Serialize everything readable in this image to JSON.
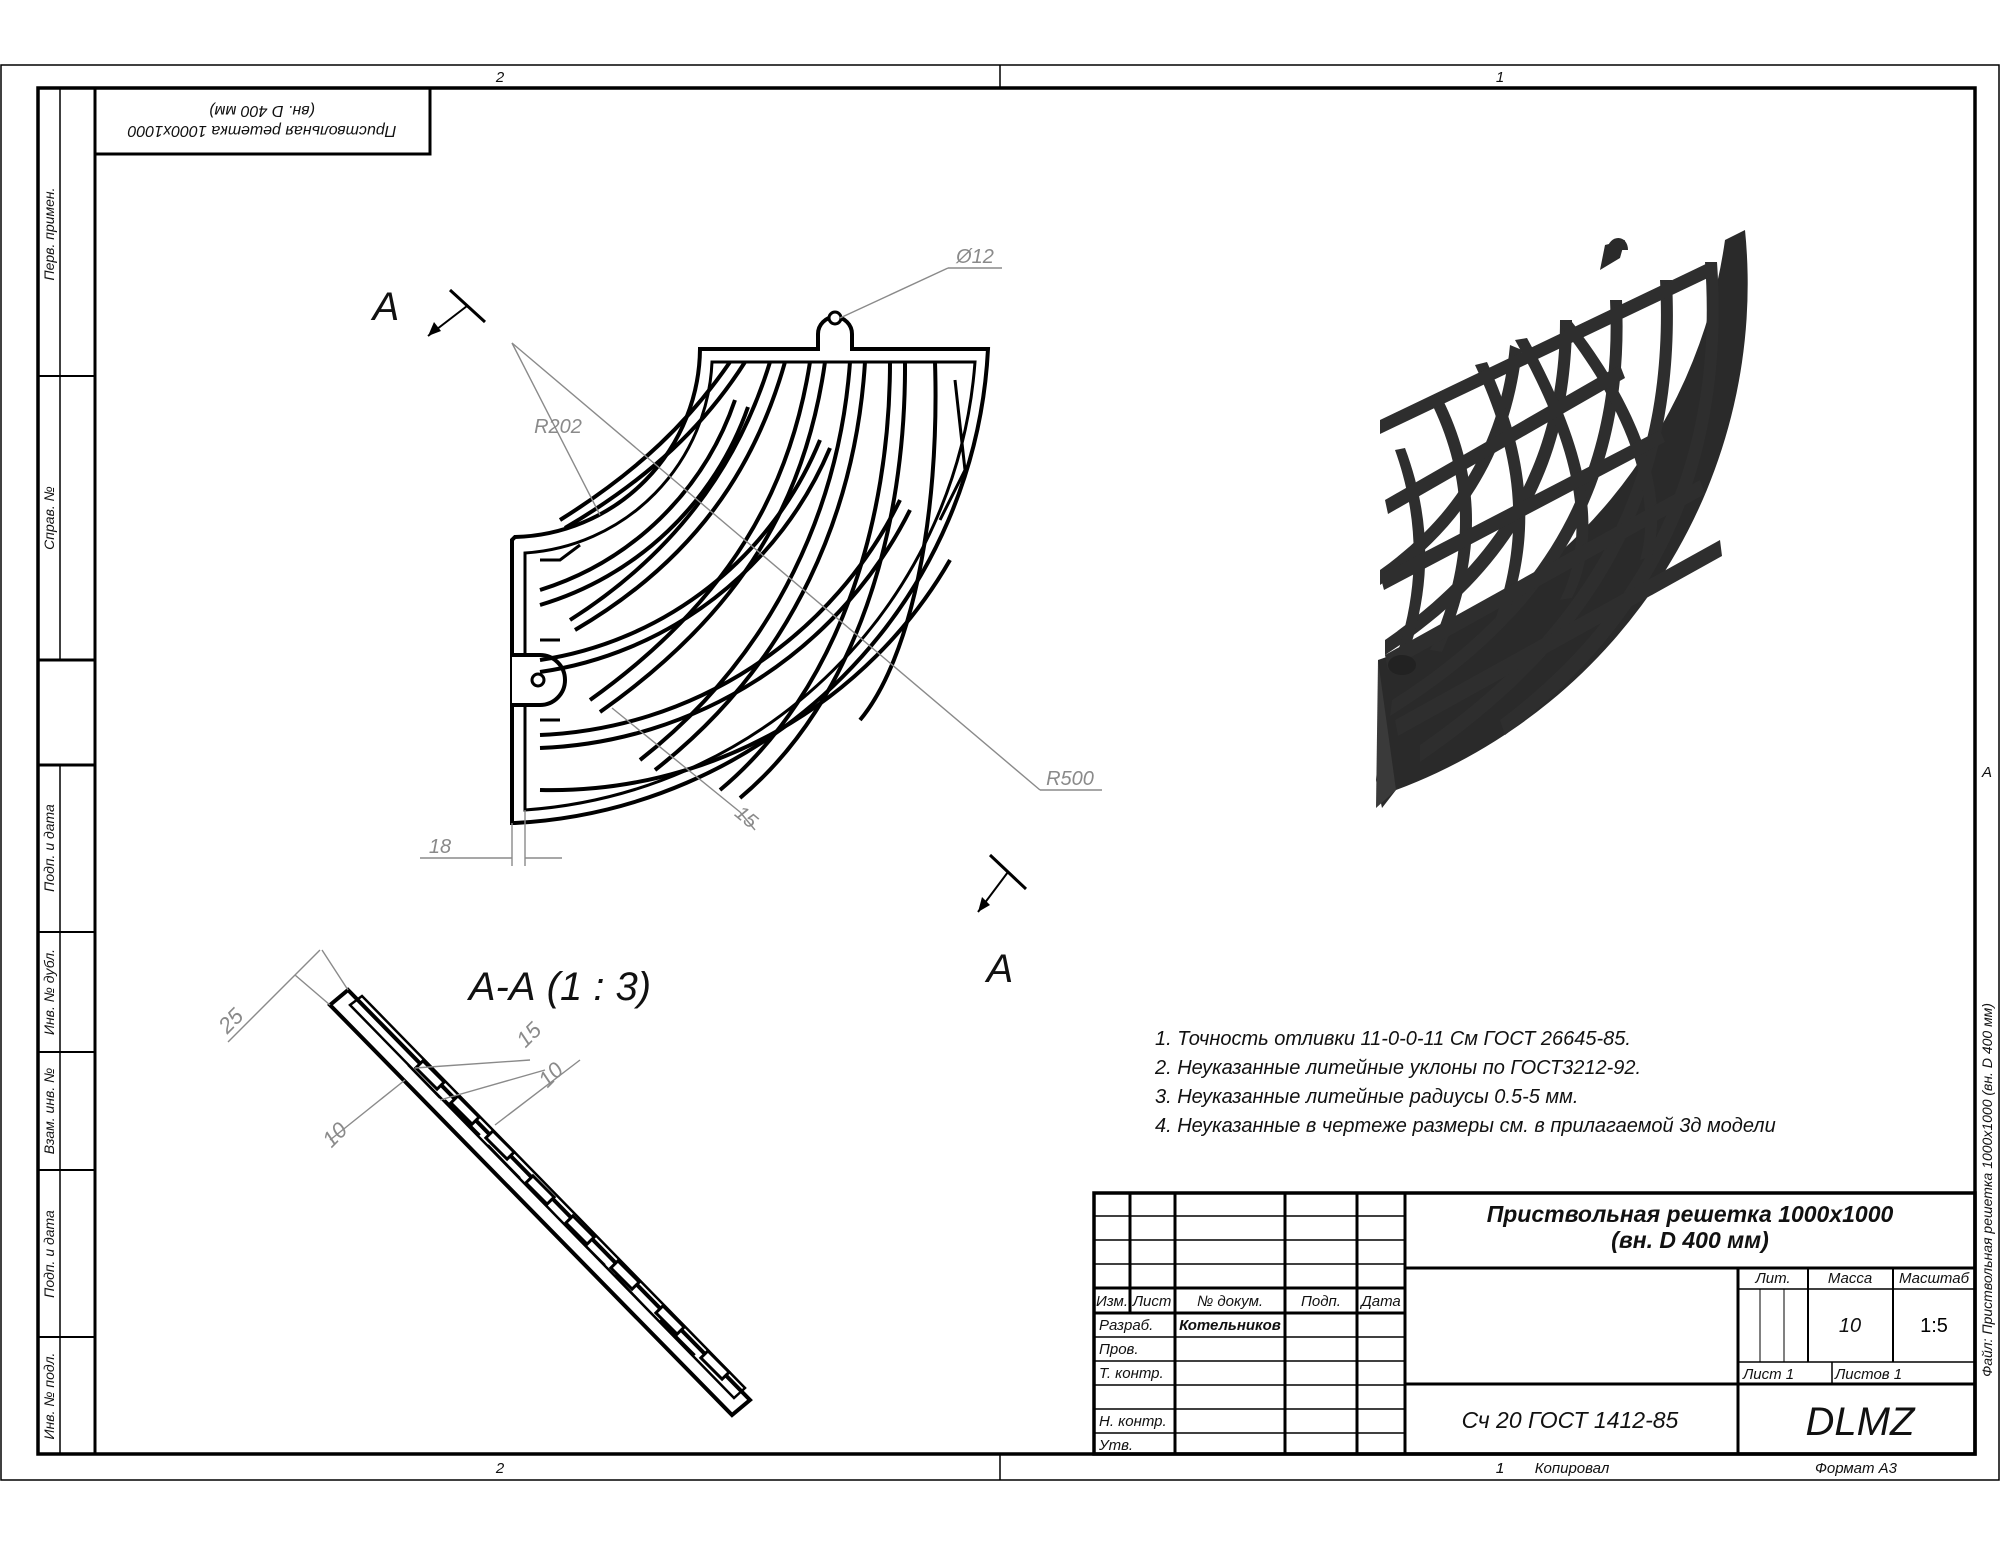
{
  "zones": {
    "top_left": "2",
    "top_right": "1",
    "bottom_left": "2",
    "bottom_right": "1",
    "right_edge": "A"
  },
  "side_columns": {
    "perv_primen": "Перв. примен.",
    "sprav_no": "Справ. №",
    "podp_data_1": "Подп. и дата",
    "inv_dubl": "Инв. № дубл.",
    "vzam_inv": "Взам. инв. №",
    "podp_data_2": "Подп. и дата",
    "inv_podl": "Инв. № подл."
  },
  "corner_stamp": {
    "line1": "Приствольная решетка 1000х1000",
    "line2": "(вн. D 400 мм)"
  },
  "dimensions": {
    "hole": "Ø12",
    "r_inner": "R202",
    "r_outer": "R500",
    "d18": "18",
    "d15": "15",
    "sec_25": "25",
    "sec_15": "15",
    "sec_10a": "10",
    "sec_10b": "10"
  },
  "section": {
    "marker": "A",
    "title": "А-А (1 : 3)"
  },
  "notes": [
    "1. Точность отливки 11-0-0-11 См ГОСТ 26645-85.",
    "2. Неуказанные литейные уклоны по ГОСТ3212-92.",
    "3. Неуказанные литейные радиусы 0.5-5 мм.",
    "4. Неуказанные в чертеже размеры см. в прилагаемой 3д модели"
  ],
  "title_block": {
    "title_line1": "Приствольная решетка 1000х1000",
    "title_line2": "(вн. D 400 мм)",
    "col_izm": "Изм.",
    "col_list": "Лист",
    "col_doc": "№ докум.",
    "col_podp": "Подп.",
    "col_data": "Дата",
    "row_razrab": "Разраб.",
    "razrab_name": "Котельников",
    "row_prov": "Пров.",
    "row_tkontr": "Т. контр.",
    "row_nkontr": "Н. контр.",
    "row_utv": "Утв.",
    "lit": "Лит.",
    "massa": "Масса",
    "masshtab": "Масштаб",
    "mass_value": "10",
    "scale_value": "1:5",
    "sheet": "Лист 1",
    "sheets": "Листов 1",
    "material": "Сч 20 ГОСТ 1412-85",
    "company": "DLMZ"
  },
  "footer": {
    "num": "1",
    "copied": "Копировал",
    "format": "Формат А3"
  },
  "side_file_label": "Файл: Приствольная решетка 1000х1000 (вн. D 400 мм)"
}
